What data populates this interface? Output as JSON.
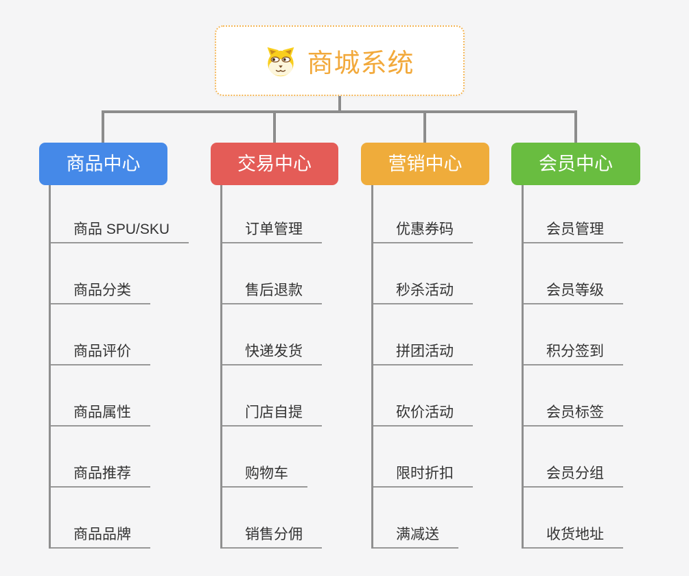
{
  "root": {
    "title": "商城系统",
    "icon": "shiba-dog-icon"
  },
  "branches": [
    {
      "label": "商品中心",
      "color": "#4589e8",
      "items": [
        "商品 SPU/SKU",
        "商品分类",
        "商品评价",
        "商品属性",
        "商品推荐",
        "商品品牌"
      ]
    },
    {
      "label": "交易中心",
      "color": "#e45c57",
      "items": [
        "订单管理",
        "售后退款",
        "快递发货",
        "门店自提",
        "购物车",
        "销售分佣"
      ]
    },
    {
      "label": "营销中心",
      "color": "#efac3b",
      "items": [
        "优惠券码",
        "秒杀活动",
        "拼团活动",
        "砍价活动",
        "限时折扣",
        "满减送"
      ]
    },
    {
      "label": "会员中心",
      "color": "#69bd40",
      "items": [
        "会员管理",
        "会员等级",
        "积分签到",
        "会员标签",
        "会员分组",
        "收货地址"
      ]
    }
  ],
  "colors": {
    "background": "#f5f5f6",
    "root_text": "#f2a93b",
    "root_border": "#f4b554",
    "connector": "#8c8c8c",
    "child_text": "#333333",
    "child_underline": "#979797"
  }
}
